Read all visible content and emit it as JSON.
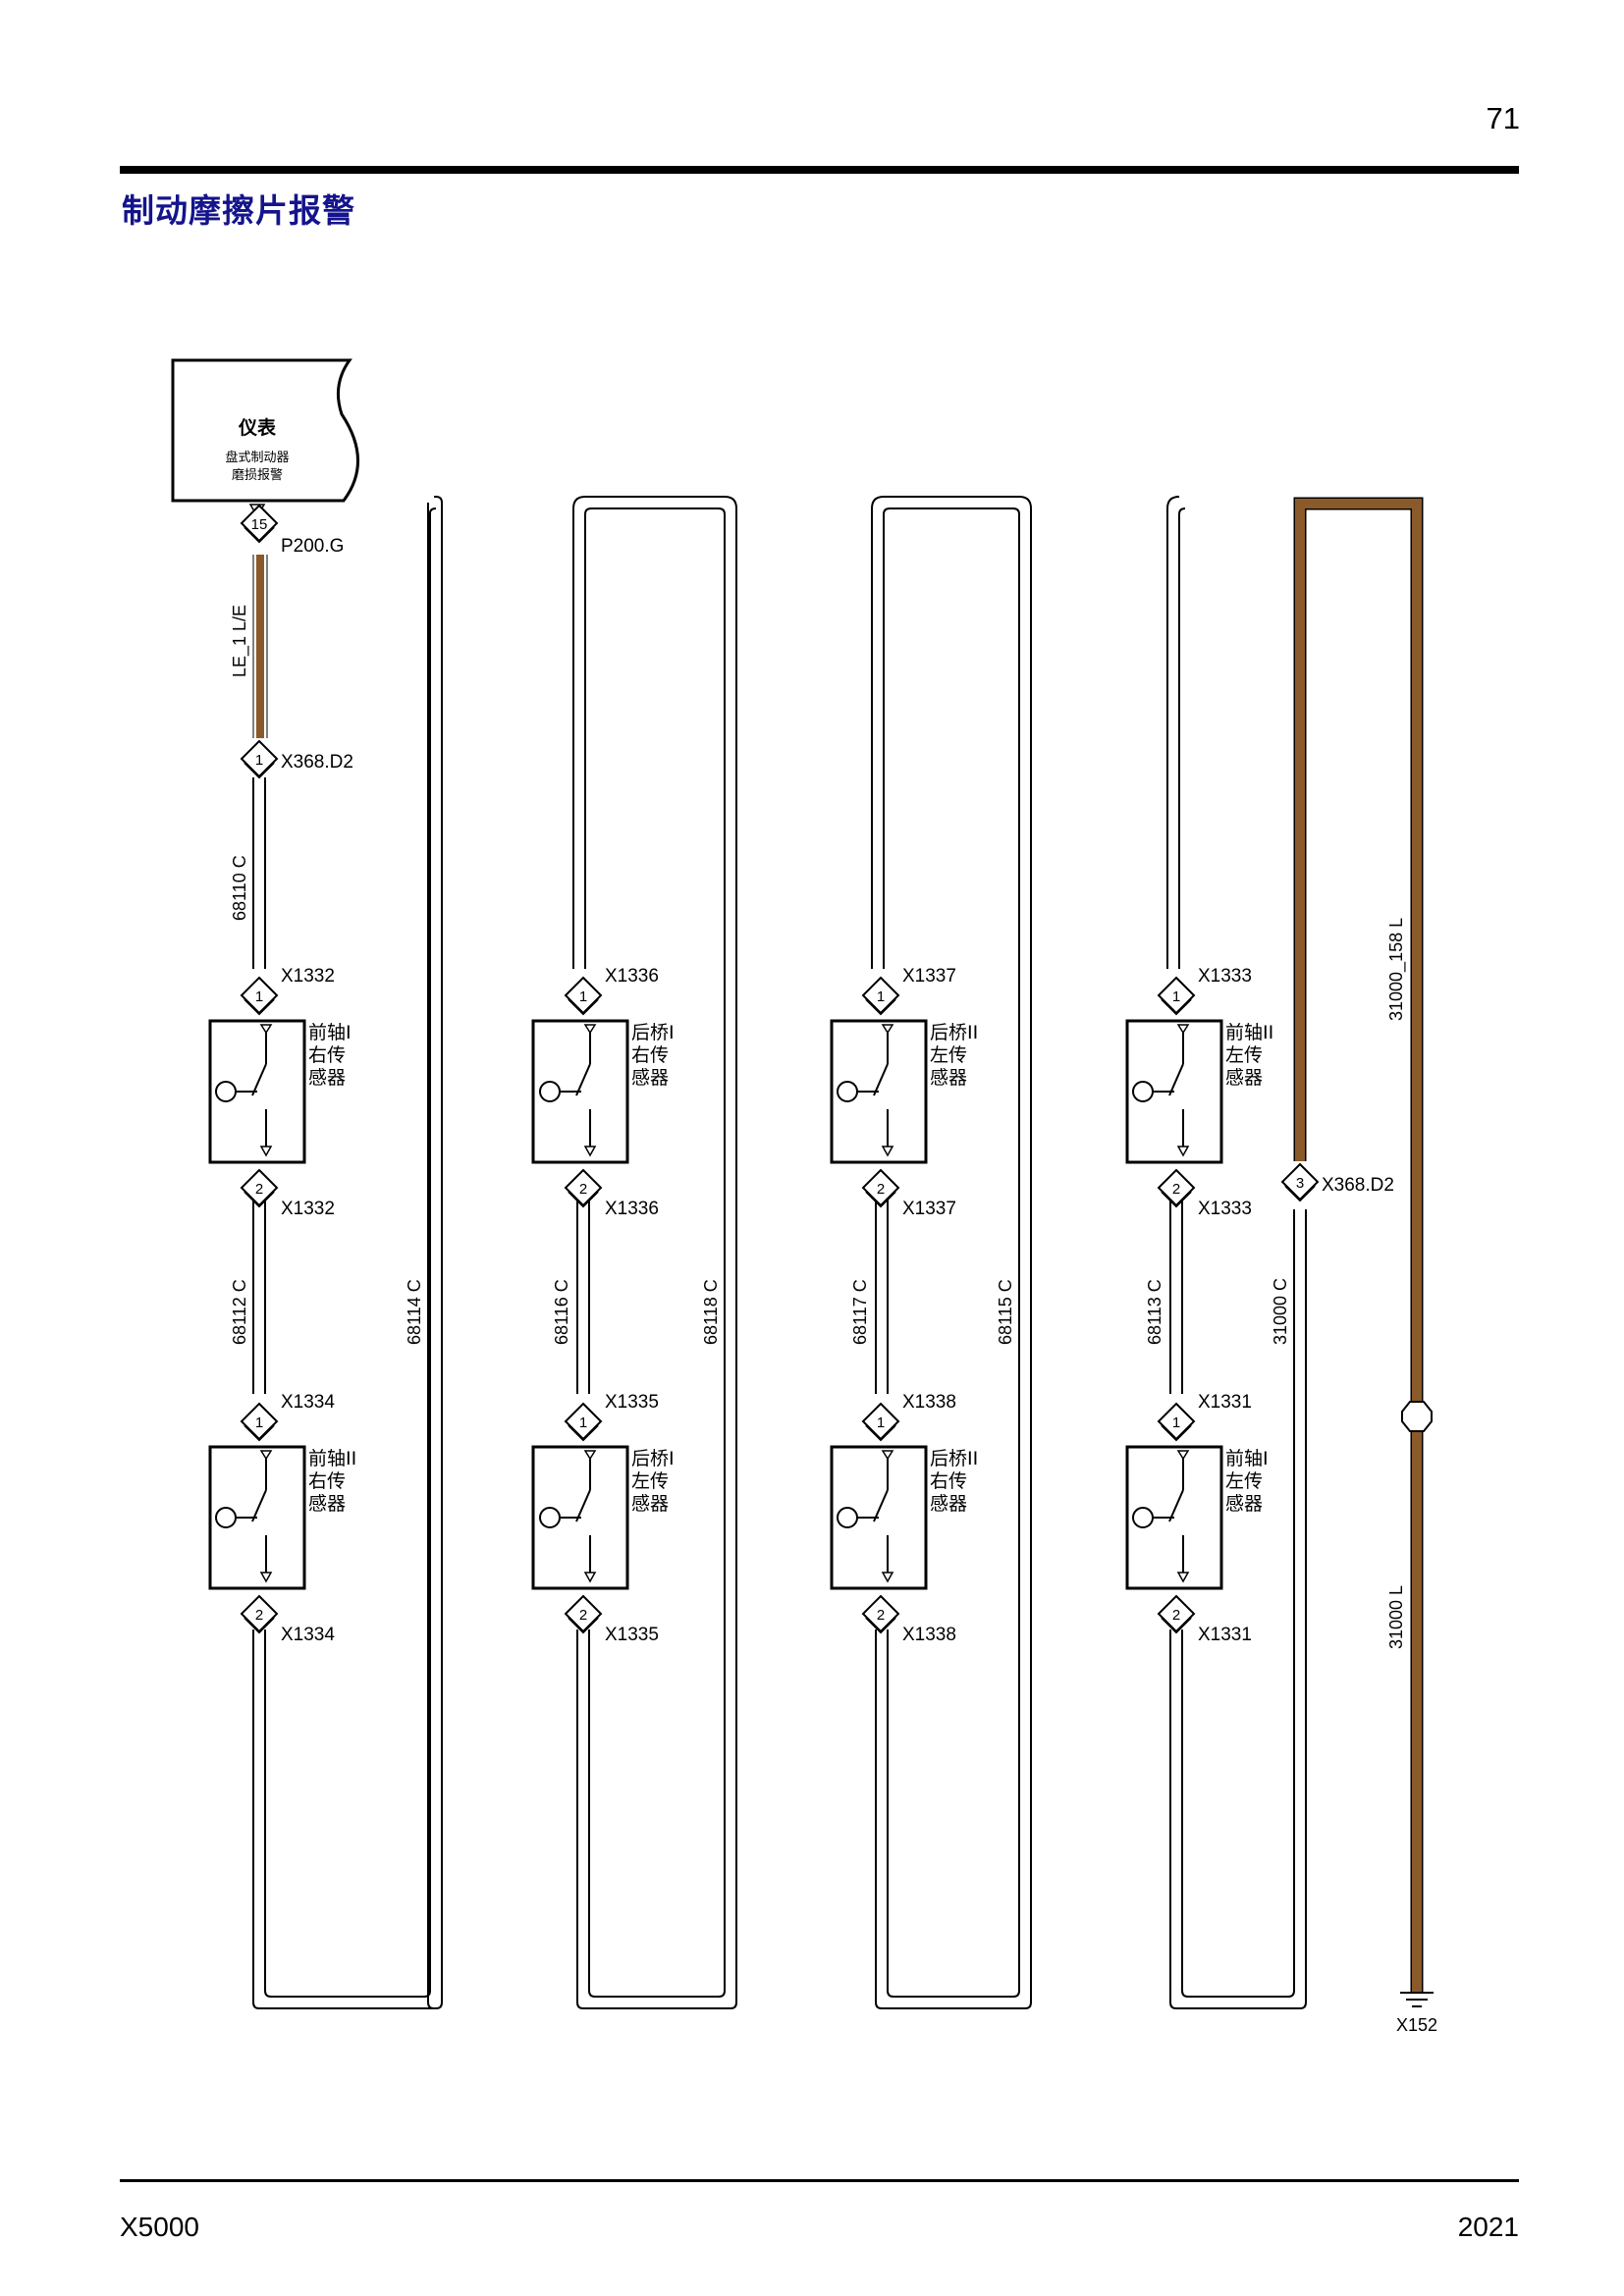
{
  "page_number": "71",
  "title": "制动摩擦片报警",
  "footer": {
    "model": "X5000",
    "year": "2021"
  },
  "colors": {
    "title": "#14148c",
    "brown_wire": "#8b5a2b",
    "line": "#000000"
  },
  "instrument": {
    "name": "仪表",
    "function_line1": "盘式制动器",
    "function_line2": "磨损报警"
  },
  "connectors": {
    "p200": {
      "pin": "15",
      "label": "P200.G"
    },
    "x368_top": {
      "pin": "1",
      "label": "X368.D2"
    },
    "x368_right": {
      "pin": "3",
      "label": "X368.D2"
    }
  },
  "wires": {
    "le": "LE_1 L/E",
    "w68110": "68110 C",
    "w68112": "68112 C",
    "w68114": "68114 C",
    "w68116": "68116 C",
    "w68118": "68118 C",
    "w68117": "68117 C",
    "w68115": "68115 C",
    "w68113": "68113 C",
    "w31000c": "31000 C",
    "w31000_158": "31000_158 L",
    "w31000l": "31000 L"
  },
  "sensors": [
    {
      "name_line1": "前轴I",
      "name_line2": "右传",
      "name_line3": "感器",
      "conn": "X1332",
      "pin_top": "1",
      "pin_bottom": "2"
    },
    {
      "name_line1": "前轴II",
      "name_line2": "右传",
      "name_line3": "感器",
      "conn": "X1334",
      "pin_top": "1",
      "pin_bottom": "2"
    },
    {
      "name_line1": "后桥I",
      "name_line2": "右传",
      "name_line3": "感器",
      "conn": "X1336",
      "pin_top": "1",
      "pin_bottom": "2"
    },
    {
      "name_line1": "后桥I",
      "name_line2": "左传",
      "name_line3": "感器",
      "conn": "X1335",
      "pin_top": "1",
      "pin_bottom": "2"
    },
    {
      "name_line1": "后桥II",
      "name_line2": "左传",
      "name_line3": "感器",
      "conn": "X1337",
      "pin_top": "1",
      "pin_bottom": "2"
    },
    {
      "name_line1": "后桥II",
      "name_line2": "右传",
      "name_line3": "感器",
      "conn": "X1338",
      "pin_top": "1",
      "pin_bottom": "2"
    },
    {
      "name_line1": "前轴II",
      "name_line2": "左传",
      "name_line3": "感器",
      "conn": "X1333",
      "pin_top": "1",
      "pin_bottom": "2"
    },
    {
      "name_line1": "前轴I",
      "name_line2": "左传",
      "name_line3": "感器",
      "conn": "X1331",
      "pin_top": "1",
      "pin_bottom": "2"
    }
  ],
  "ground": {
    "label": "X152"
  }
}
